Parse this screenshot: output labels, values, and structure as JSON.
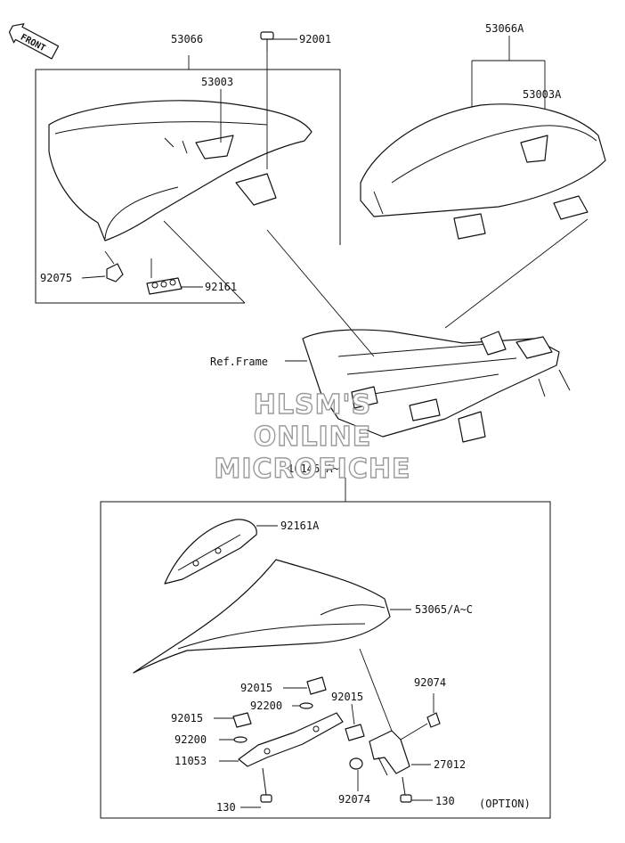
{
  "front_badge": {
    "text": "FRONT"
  },
  "labels": {
    "p53066": "53066",
    "p92001": "92001",
    "p53003": "53003",
    "p53066a": "53066A",
    "p53003a": "53003A",
    "p92075": "92075",
    "p92161": "92161",
    "ref_frame": "Ref.Frame",
    "p16146": "16146/A~C",
    "p92161a": "92161A",
    "p53065": "53065/A~C",
    "p92015_a": "92015",
    "p92074_a": "92074",
    "p92015_b": "92015",
    "p92200_a": "92200",
    "p92015_c": "92015",
    "p92200_b": "92200",
    "p11053": "11053",
    "p27012": "27012",
    "p92074_b": "92074",
    "p130_a": "130",
    "p130_b": "130",
    "option": "(OPTION)"
  },
  "watermark": {
    "line1": "HLSM'S",
    "line2": "ONLINE",
    "line3": "MICROFICHE"
  }
}
